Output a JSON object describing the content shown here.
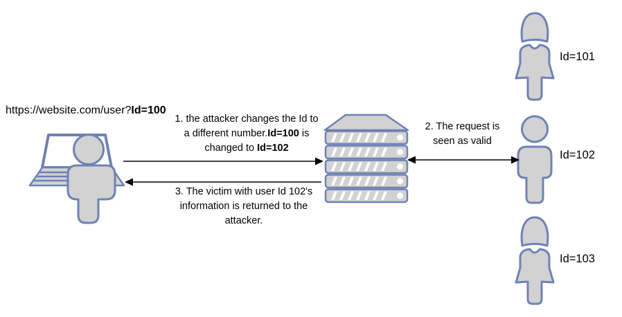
{
  "colors": {
    "background": "#ffffff",
    "shape_fill": "#d2d2d2",
    "shape_stroke": "#6d82b4",
    "screen_fill": "#ffffff",
    "detail_fill": "#ffffff",
    "arrow": "#000000",
    "text": "#000000"
  },
  "attacker": {
    "url_prefix": "https://website.com/user?",
    "url_bold": "Id=100",
    "icon": "laptop-with-user-shape"
  },
  "server": {
    "icon": "server-rack-shape"
  },
  "steps": {
    "step1": {
      "line1": "1. the attacker changes the Id to",
      "line2_pre": "a different number.",
      "line2_bold": "Id=100",
      "line2_post": " is",
      "line3_pre": "changed to ",
      "line3_bold": "Id=102"
    },
    "step2": {
      "line1": "2. The request is",
      "line2": "seen as valid"
    },
    "step3": {
      "line1": "3. The victim with user Id 102's",
      "line2": "information is returned to the",
      "line3": "attacker."
    }
  },
  "users": [
    {
      "label": "Id=101",
      "icon": "female-person-shape"
    },
    {
      "label": "Id=102",
      "icon": "male-person-shape"
    },
    {
      "label": "Id=103",
      "icon": "female-person-shape"
    }
  ]
}
